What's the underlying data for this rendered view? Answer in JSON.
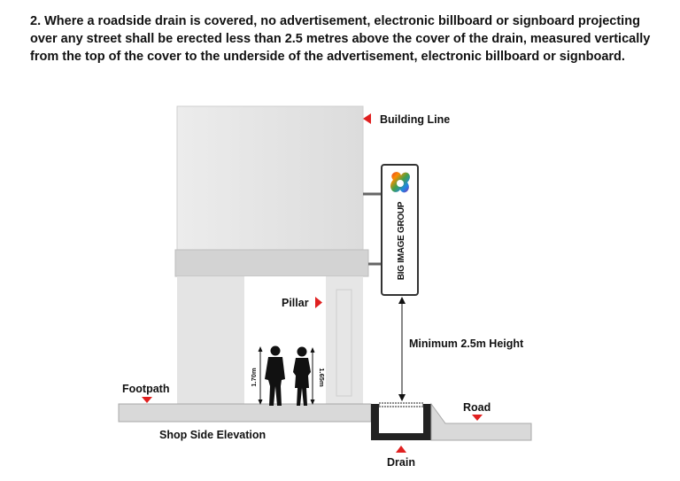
{
  "heading": "2. Where a roadside drain is covered, no advertisement, electronic billboard or signboard projecting over any street shall be erected less than 2.5 metres above the cover of the drain, measured vertically from the top of the cover to the underside of the advertisement, electronic billboard or signboard.",
  "labels": {
    "building_line": "Building Line",
    "pillar": "Pillar",
    "min_height": "Minimum 2.5m Height",
    "footpath": "Footpath",
    "road": "Road",
    "shop_side": "Shop Side Elevation",
    "drain": "Drain"
  },
  "sign": {
    "text": "BIG IMAGE GROUP"
  },
  "people": {
    "height_1": "1.70m",
    "height_2": "1.65m"
  },
  "colors": {
    "marker": "#e02020",
    "facade": "#e6e6e6",
    "canopy": "#d2d2d2",
    "ground": "#d8d8d8",
    "drain": "#222222",
    "silhouette": "#111111"
  }
}
